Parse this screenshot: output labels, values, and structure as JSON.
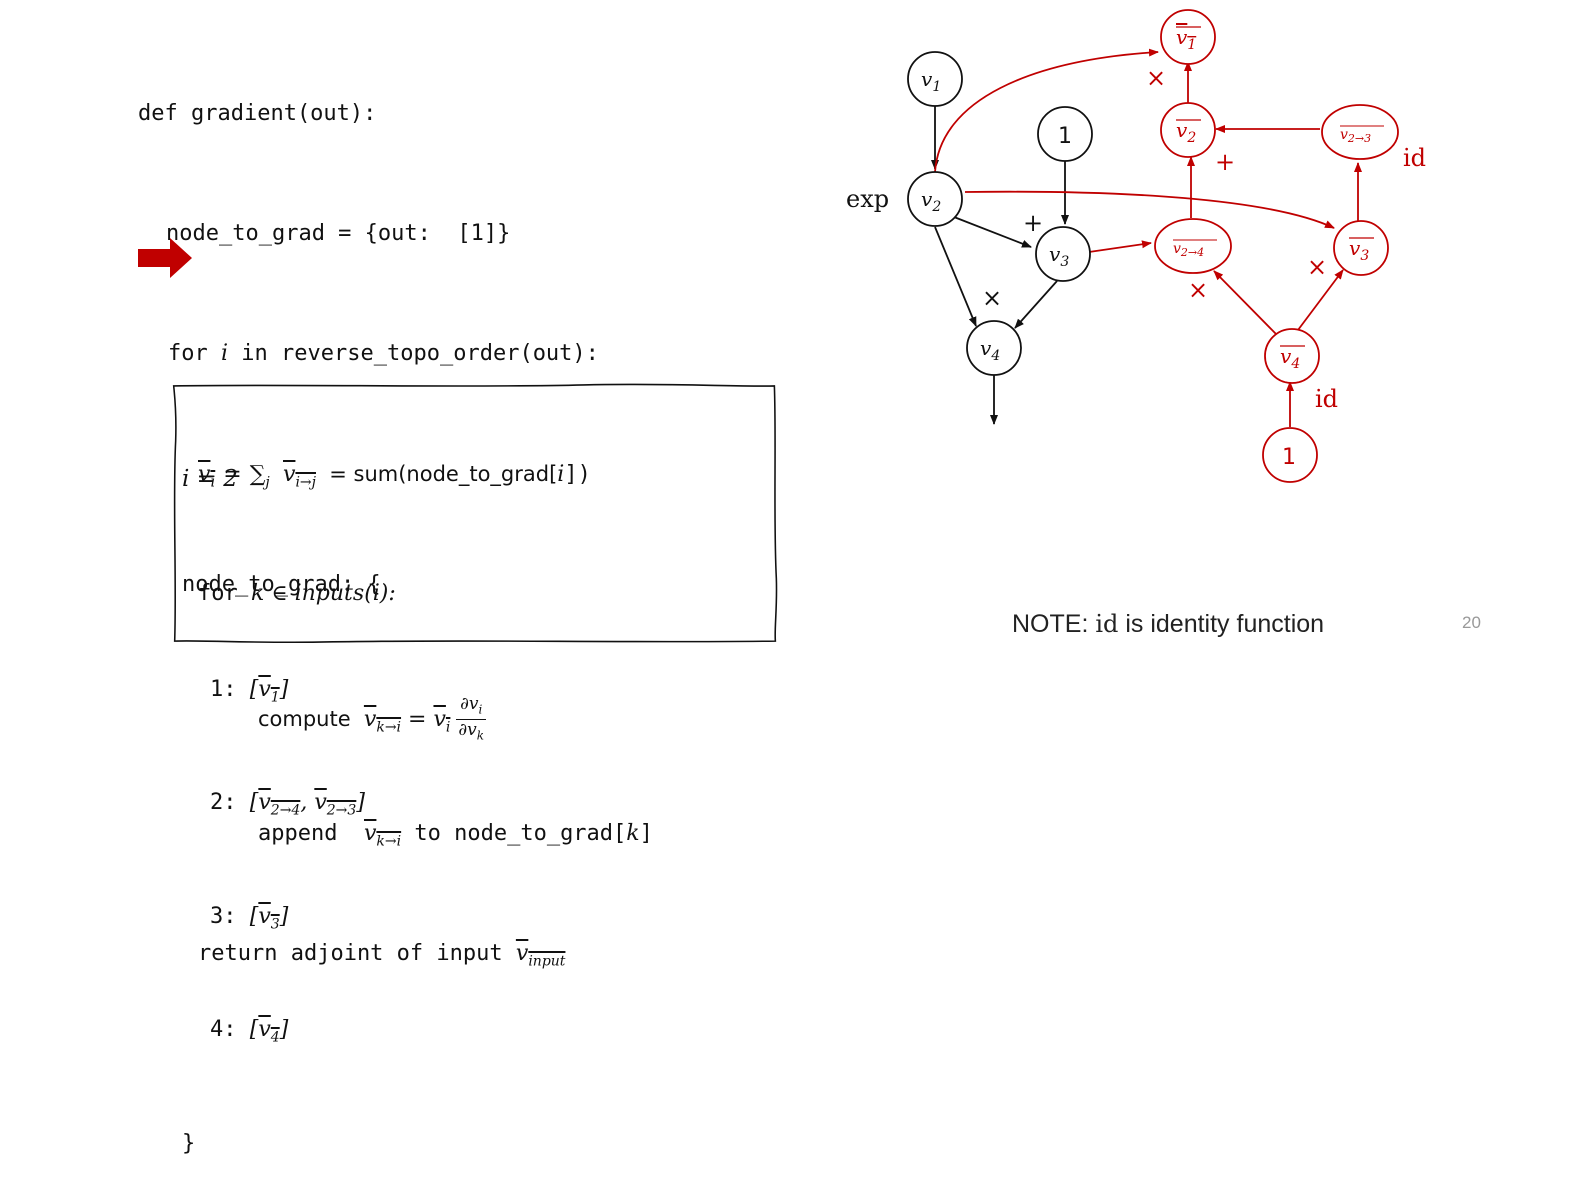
{
  "code": {
    "line1": "def gradient(out):",
    "line2": "node_to_grad = {out:  [1]}",
    "line3_kw": "for",
    "line3_var": "i",
    "line3_rest": "in reverse_topo_order(out):",
    "line4_lhs": "v̅",
    "line4_eq": "=",
    "line4_sum": "∑",
    "line4_sumsub": "j",
    "line4_vb": "v",
    "line4_vbsub": "i→j",
    "line4_rest": "= sum(node_to_grad[",
    "line4_i": "i",
    "line4_end": "])",
    "line5_kw": "for",
    "line5_math": "k ∈ inputs(i):",
    "line6_kw": "compute",
    "line6_v": "v",
    "line6_sub": "k→i",
    "line6_eq": " = ",
    "line6_vi": "v",
    "line6_visub": "i",
    "line6_num": "∂v",
    "line6_numsub": "i",
    "line6_den": "∂v",
    "line6_densub": "k",
    "line7_kw": "append",
    "line7_v": "v",
    "line7_sub": "k→i",
    "line7_rest": " to node_to_grad[",
    "line7_k": "k",
    "line7_end": "]",
    "line8_kw": "return adjoint of input",
    "line8_v": "v",
    "line8_sub": "input"
  },
  "state_box": {
    "i_line": "i = 2",
    "head": "node_to_grad: {",
    "row1_key": "1:",
    "row1_val": "v",
    "row1_sub": "1",
    "row2_key": "2:",
    "row2_v1": "v",
    "row2_s1": "2→4",
    "row2_v2": "v",
    "row2_s2": "2→3",
    "row3_key": "3:",
    "row3_val": "v",
    "row3_sub": "3",
    "row4_key": "4:",
    "row4_val": "v",
    "row4_sub": "4",
    "close": "}"
  },
  "graph": {
    "forward": {
      "v1": {
        "v": "v",
        "sub": "1"
      },
      "v2": {
        "v": "v",
        "sub": "2"
      },
      "v3": {
        "v": "v",
        "sub": "3"
      },
      "v4": {
        "v": "v",
        "sub": "4"
      },
      "one": "1",
      "exp_label": "exp",
      "plus": "+",
      "times": "×"
    },
    "adjoint": {
      "v1bar": {
        "v": "v",
        "sub": "1"
      },
      "v2bar": {
        "v": "v",
        "sub": "2"
      },
      "v23": {
        "v": "v",
        "sub": "2→3"
      },
      "v24": {
        "v": "v",
        "sub": "2→4"
      },
      "v3bar": {
        "v": "v",
        "sub": "3"
      },
      "v4bar": {
        "v": "v",
        "sub": "4"
      },
      "one": "1",
      "id1": "id",
      "id2": "id",
      "times1": "×",
      "plus": "+",
      "times2": "×",
      "times3": "×"
    }
  },
  "note": {
    "prefix": "NOTE: ",
    "id": "id",
    "suffix": " is identity function"
  },
  "page_number": "20",
  "colors": {
    "black": "#111111",
    "red": "#c00000"
  }
}
